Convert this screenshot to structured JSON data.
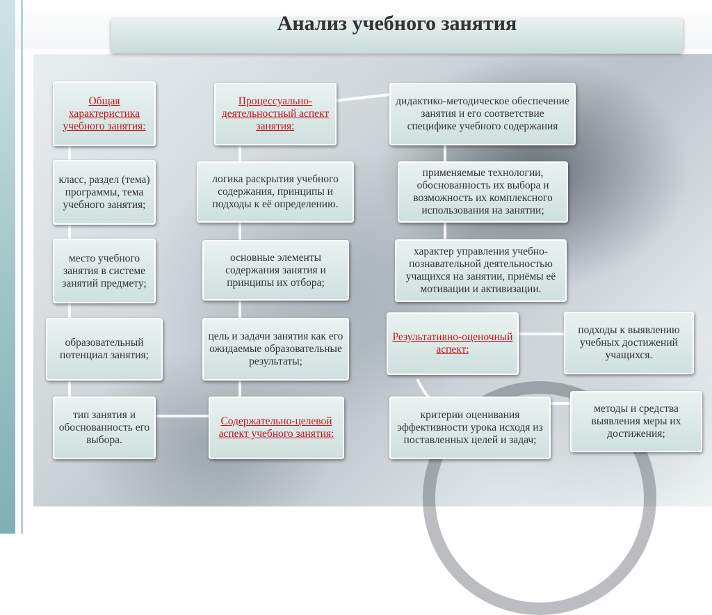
{
  "title": "Анализ учебного занятия",
  "boxes": {
    "general": "Общая характеристика учебного занятия:",
    "class_section": "класс, раздел (тема) программы, тема учебного занятия;",
    "place": "место учебного занятия в системе занятий предмету;",
    "educational_potential": "образовательный потенциал занятия;",
    "lesson_type": "тип занятия и обоснованность его выбора.",
    "process_aspect": "Процессуально-деятельностный аспект занятия:",
    "logic": "логика раскрытия учебного содержания, принципы и подходы к её определению.",
    "main_elements": "основные элементы содержания занятия и принципы их отбора;",
    "goal_tasks": "цель и задачи занятия как его ожидаемые образовательные результаты;",
    "content_target": "Содержательно-целевой аспект учебного занятия:",
    "didactic": "дидактико-методическое обеспечение занятия и его соответствие специфике учебного содержания",
    "technologies": "применяемые технологии, обоснованность их выбора и возможность их комплексного использования на занятии;",
    "management": "характер управления учебно-познавательной деятельностью учащихся на занятии, приёмы её мотивации и активизации.",
    "result_aspect": "Результативно-оценочный аспект:",
    "approaches": "подходы к выявлению учебных достижений учащихся.",
    "criteria": "критерии оценивания эффективности урока исходя из поставленных целей и задач;",
    "methods": "методы и средства выявления меры их достижения;"
  }
}
